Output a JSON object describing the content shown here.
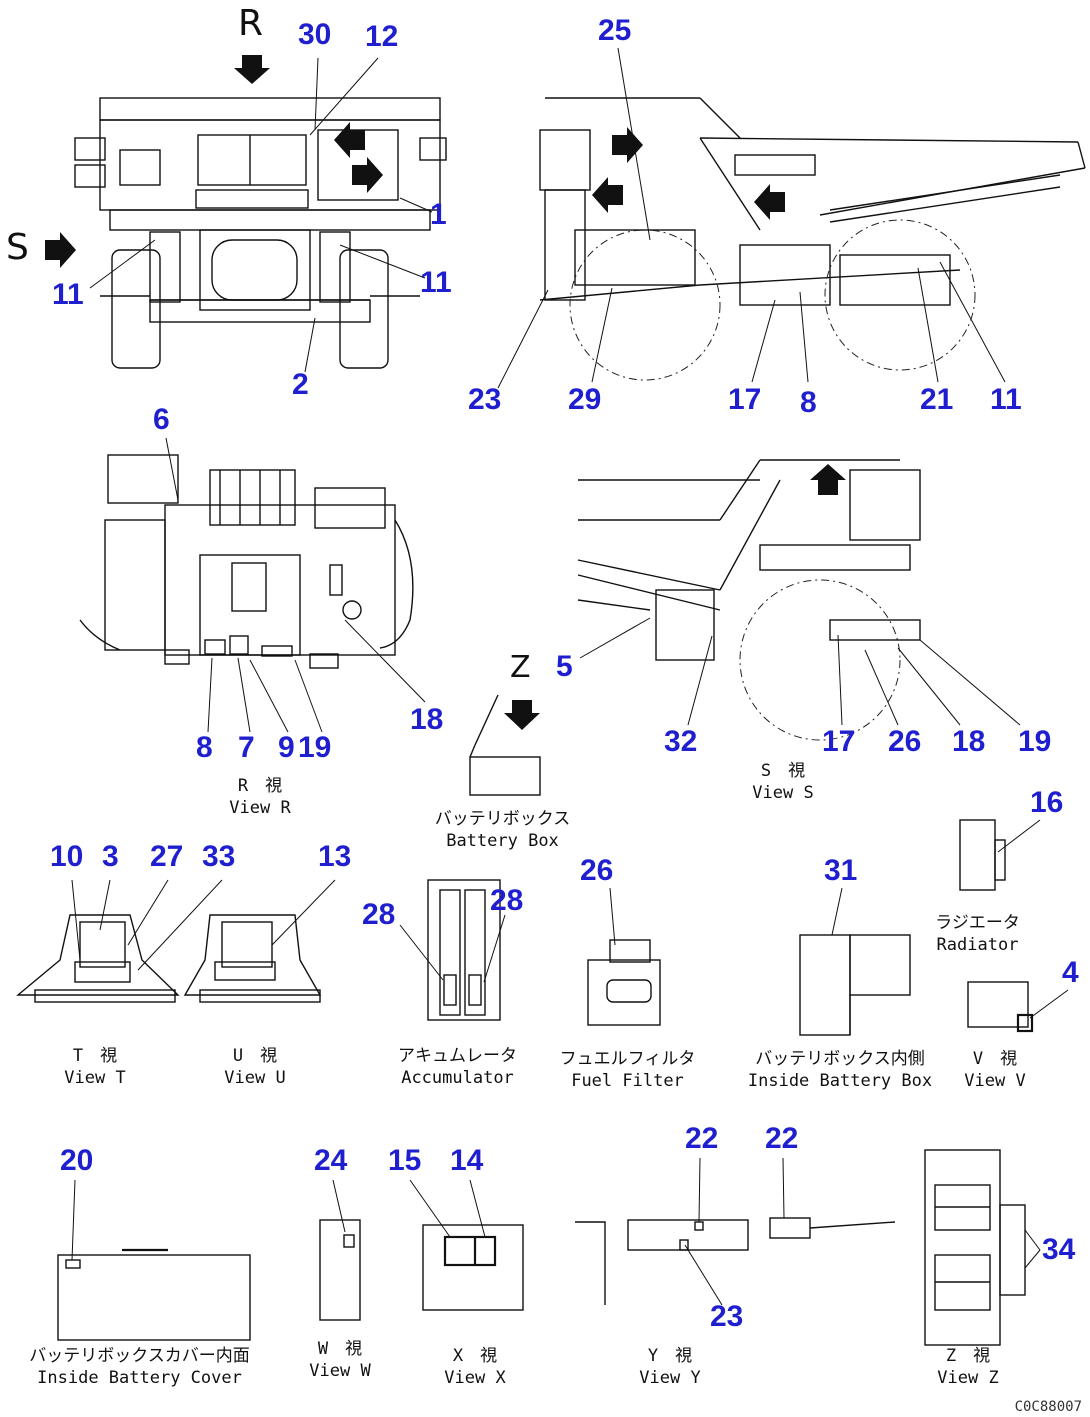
{
  "diagram": {
    "code": "C0C88007",
    "view_letters": {
      "R": "R",
      "S": "S",
      "Z": "Z"
    },
    "captions": {
      "view_r": {
        "jp": "R　視",
        "en": "View R"
      },
      "battery_box": {
        "jp": "バッテリボックス",
        "en": "Battery Box"
      },
      "view_s": {
        "jp": "S　視",
        "en": "View S"
      },
      "view_t": {
        "jp": "T　視",
        "en": "View T"
      },
      "view_u": {
        "jp": "U　視",
        "en": "View U"
      },
      "accumulator": {
        "jp": "アキュムレータ",
        "en": "Accumulator"
      },
      "fuel_filter": {
        "jp": "フュエルフィルタ",
        "en": "Fuel Filter"
      },
      "inside_battery_box": {
        "jp": "バッテリボックス内側",
        "en": "Inside Battery Box"
      },
      "radiator": {
        "jp": "ラジエータ",
        "en": "Radiator"
      },
      "view_v": {
        "jp": "V　視",
        "en": "View V"
      },
      "inside_battery_cover": {
        "jp": "バッテリボックスカバー内面",
        "en": "Inside Battery Cover"
      },
      "view_w": {
        "jp": "W　視",
        "en": "View W"
      },
      "view_x": {
        "jp": "X　視",
        "en": "View X"
      },
      "view_y": {
        "jp": "Y　視",
        "en": "View Y"
      },
      "view_z": {
        "jp": "Z　視",
        "en": "View Z"
      }
    },
    "callouts": [
      "30",
      "12",
      "1",
      "11",
      "11",
      "2",
      "25",
      "23",
      "29",
      "17",
      "8",
      "21",
      "11",
      "6",
      "8",
      "7",
      "9",
      "19",
      "18",
      "5",
      "32",
      "17",
      "26",
      "18",
      "19",
      "16",
      "10",
      "3",
      "27",
      "33",
      "13",
      "28",
      "28",
      "26",
      "31",
      "4",
      "20",
      "24",
      "15",
      "14",
      "22",
      "22",
      "23",
      "34"
    ]
  }
}
